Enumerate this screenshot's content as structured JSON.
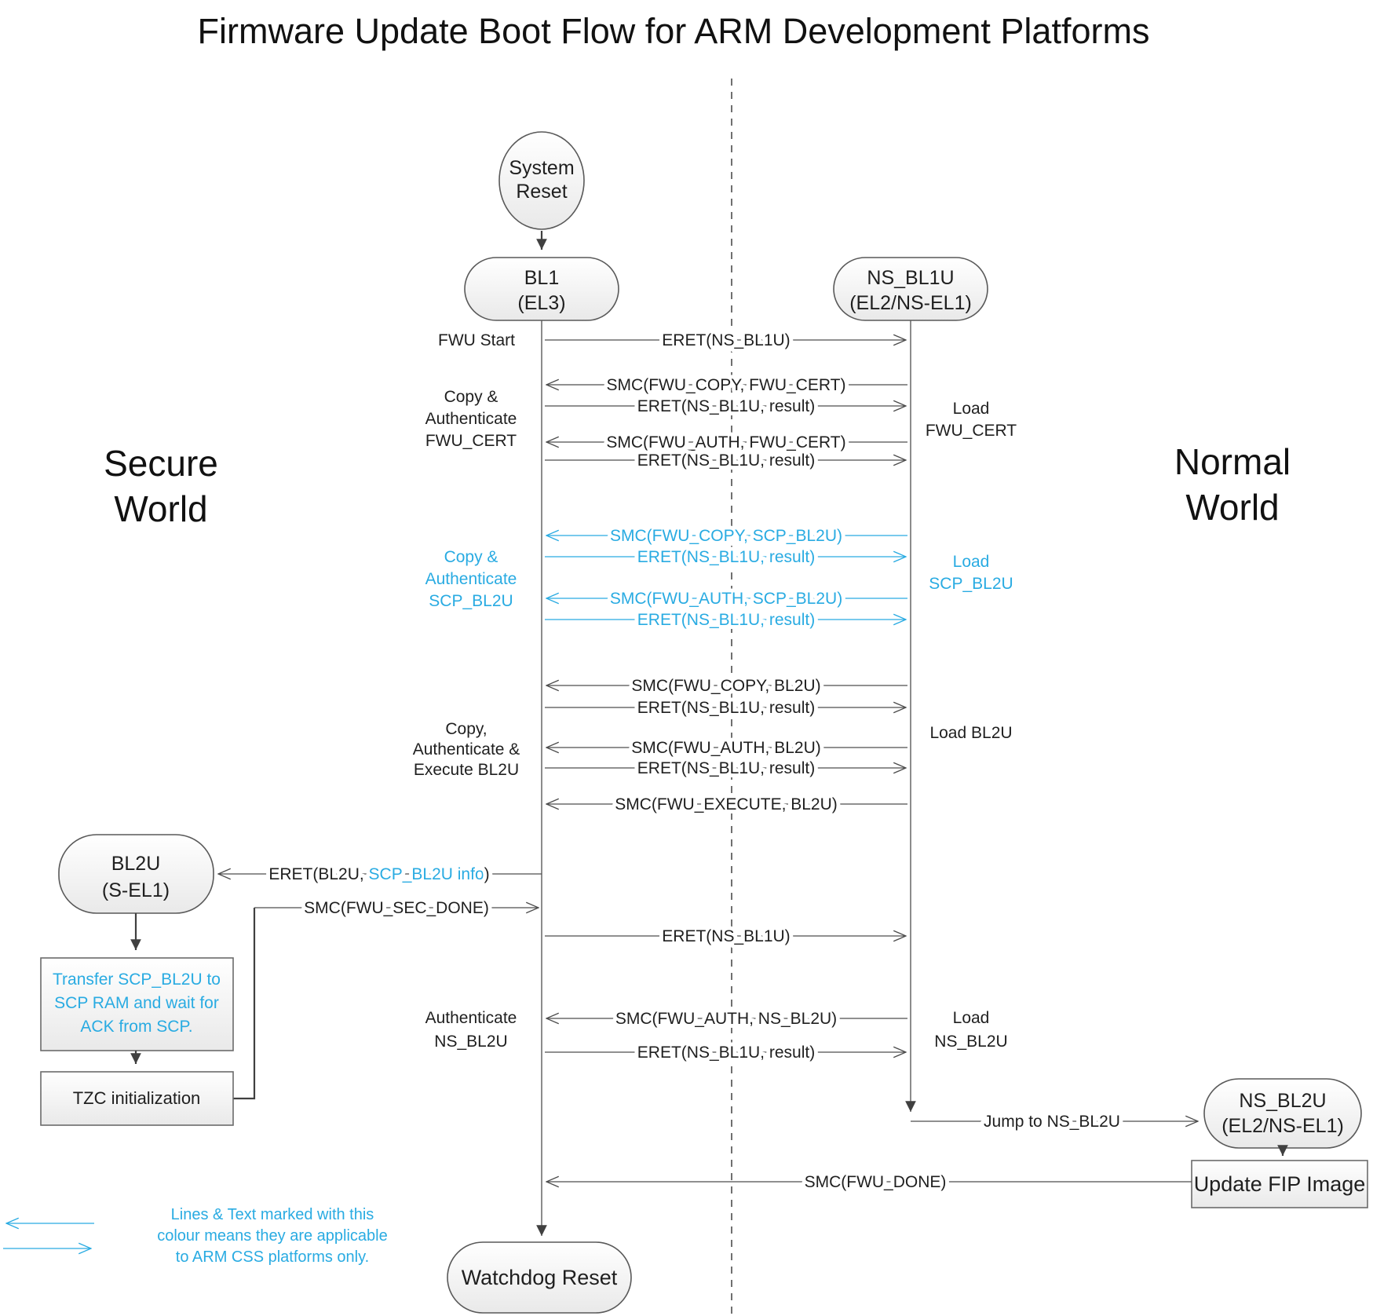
{
  "title": "Firmware Update Boot Flow for ARM Development Platforms",
  "worlds": {
    "secure": [
      "Secure",
      "World"
    ],
    "normal": [
      "Normal",
      "World"
    ]
  },
  "nodes": {
    "system_reset": {
      "label": [
        "System",
        "Reset"
      ]
    },
    "bl1": {
      "label": [
        "BL1",
        "(EL3)"
      ]
    },
    "ns_bl1u": {
      "label": [
        "NS_BL1U",
        "(EL2/NS-EL1)"
      ]
    },
    "bl2u": {
      "label": [
        "BL2U",
        "(S-EL1)"
      ]
    },
    "transfer_scp": {
      "label": [
        "Transfer SCP_BL2U to",
        "SCP RAM and wait for",
        "ACK from SCP."
      ]
    },
    "tzc": {
      "label": "TZC initialization"
    },
    "ns_bl2u": {
      "label": [
        "NS_BL2U",
        "(EL2/NS-EL1)"
      ]
    },
    "update_fip": {
      "label": "Update FIP Image"
    },
    "watchdog": {
      "label": "Watchdog Reset"
    }
  },
  "messages": {
    "eret_ns_bl1u_start": "ERET(NS_BL1U)",
    "smc_copy_fwu_cert": "SMC(FWU_COPY, FWU_CERT)",
    "eret_result_1": "ERET(NS_BL1U, result)",
    "smc_auth_fwu_cert": "SMC(FWU_AUTH, FWU_CERT)",
    "eret_result_2": "ERET(NS_BL1U, result)",
    "smc_copy_scp_bl2u": "SMC(FWU_COPY, SCP_BL2U)",
    "eret_result_3": "ERET(NS_BL1U, result)",
    "smc_auth_scp_bl2u": "SMC(FWU_AUTH, SCP_BL2U)",
    "eret_result_4": "ERET(NS_BL1U, result)",
    "smc_copy_bl2u": "SMC(FWU_COPY, BL2U)",
    "eret_result_5": "ERET(NS_BL1U, result)",
    "smc_auth_bl2u": "SMC(FWU_AUTH, BL2U)",
    "eret_result_6": "ERET(NS_BL1U, result)",
    "smc_execute_bl2u": "SMC(FWU_EXECUTE, BL2U)",
    "eret_bl2u_prefix": "ERET(BL2U, ",
    "eret_bl2u_blue": "SCP_BL2U info",
    "eret_bl2u_suffix": ")",
    "smc_sec_done": "SMC(FWU_SEC_DONE)",
    "eret_ns_bl1u_2": "ERET(NS_BL1U)",
    "smc_auth_ns_bl2u": "SMC(FWU_AUTH, NS_BL2U)",
    "eret_result_7": "ERET(NS_BL1U, result)",
    "jump_to_ns_bl2u": "Jump to NS_BL2U",
    "smc_fwu_done": "SMC(FWU_DONE)"
  },
  "side_labels": {
    "fwu_start": "FWU Start",
    "copy_auth_fwu_cert": [
      "Copy &",
      "Authenticate",
      "FWU_CERT"
    ],
    "copy_auth_scp_bl2u": [
      "Copy &",
      "Authenticate",
      "SCP_BL2U"
    ],
    "copy_auth_exec_bl2u": [
      "Copy,",
      "Authenticate &",
      "Execute BL2U"
    ],
    "auth_ns_bl2u": [
      "Authenticate",
      "NS_BL2U"
    ],
    "load_fwu_cert": [
      "Load",
      "FWU_CERT"
    ],
    "load_scp_bl2u": [
      "Load",
      "SCP_BL2U"
    ],
    "load_bl2u": "Load BL2U",
    "load_ns_bl2u": [
      "Load",
      "NS_BL2U"
    ]
  },
  "legend": {
    "lines": [
      "Lines & Text marked with this",
      "colour means they are applicable",
      "to ARM CSS platforms only."
    ]
  },
  "colors": {
    "highlight_blue": "#29abe2"
  }
}
